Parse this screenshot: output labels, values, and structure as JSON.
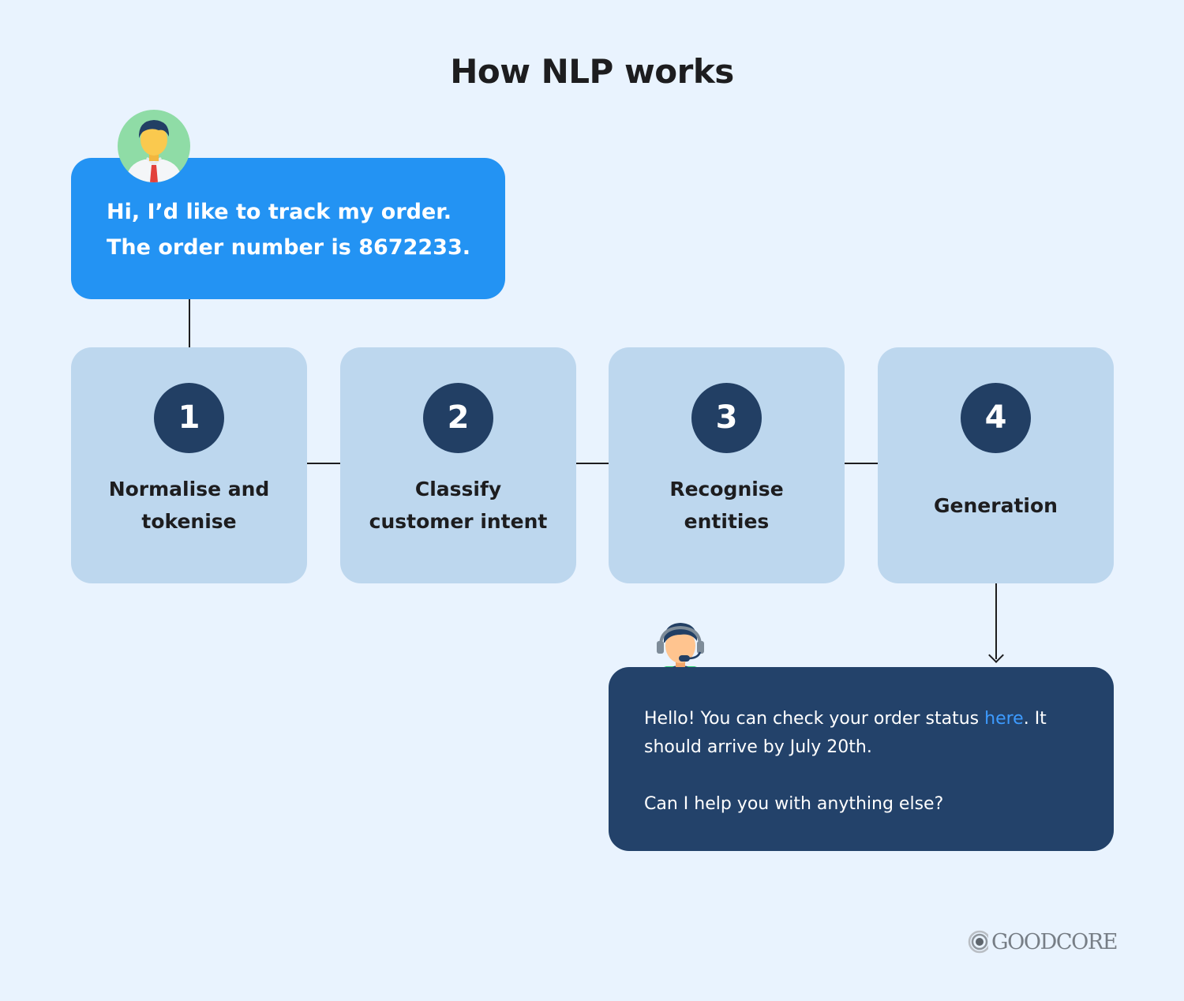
{
  "title": "How NLP works",
  "user_message": {
    "line1": "Hi, I’d like to track my order.",
    "line2": "The order number is 8672233."
  },
  "steps": [
    {
      "number": "1",
      "label_line1": "Normalise and",
      "label_line2": "tokenise"
    },
    {
      "number": "2",
      "label_line1": "Classify",
      "label_line2": "customer intent"
    },
    {
      "number": "3",
      "label_line1": "Recognise",
      "label_line2": "entities"
    },
    {
      "number": "4",
      "label_line1": "Generation",
      "label_line2": ""
    }
  ],
  "agent_message": {
    "part1": "Hello! You can check your order status ",
    "link_text": "here",
    "part2": ". It should arrive by July 20th.",
    "question": "Can I help you with anything else?"
  },
  "brand": {
    "logo_text": "GOODCORE"
  },
  "colors": {
    "background": "#e9f3fe",
    "user_bubble": "#2393f3",
    "step_box": "#bdd7ee",
    "step_circle": "#223f64",
    "agent_bubble": "#23426a",
    "link": "#3d9bff"
  }
}
